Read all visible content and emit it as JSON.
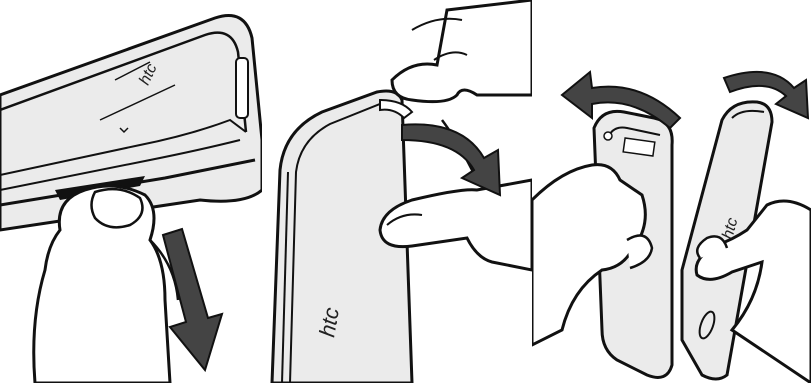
{
  "figure": {
    "steps": [
      {
        "id": "step-1",
        "icon": "thumb-pull-down",
        "arrow": "arrow-down"
      },
      {
        "id": "step-2",
        "icon": "finger-peel-cover",
        "arrow": "arrow-curve-right"
      },
      {
        "id": "step-3",
        "icon": "hands-remove-cover",
        "arrows": [
          "arrow-curve-left",
          "arrow-curve-right"
        ]
      }
    ],
    "logo_text": "htc",
    "colors": {
      "ink": "#111111",
      "phone_fill": "#ebebeb",
      "arrow_fill": "#444444",
      "background": "#ffffff"
    }
  }
}
